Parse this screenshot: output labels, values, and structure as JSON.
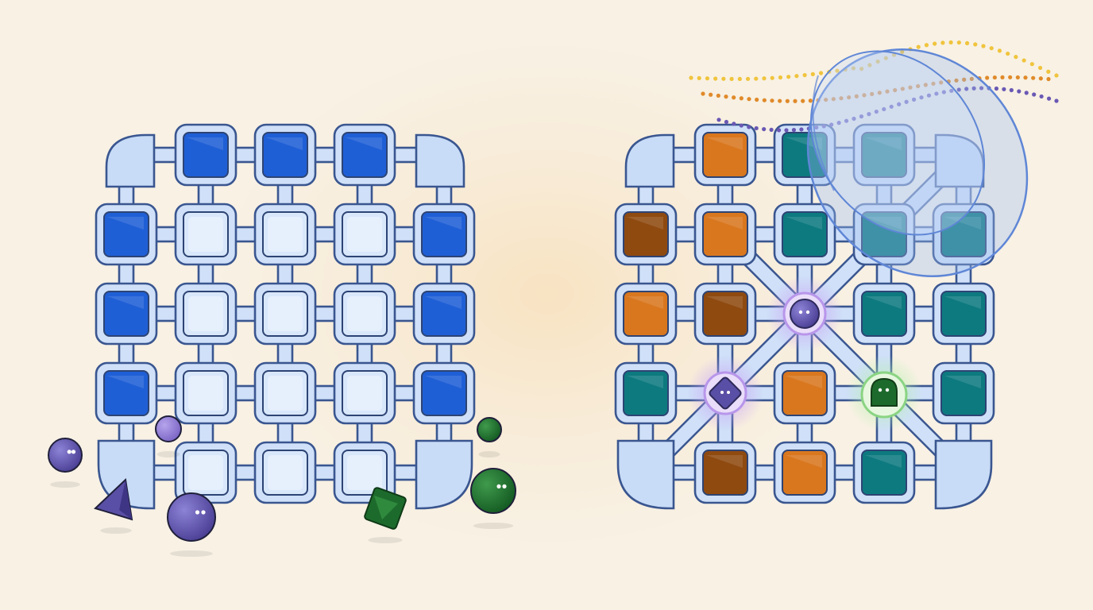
{
  "colors": {
    "background": "#f8f1e4",
    "glow": "#f8e3c2",
    "frame_fill": "#cfe0f8",
    "frame_stroke": "#3a5690",
    "blue_cell": "#1f5fd6",
    "empty_cell": "#d9e7fb",
    "orange_cell": "#d9771f",
    "brown_cell": "#8f4a10",
    "teal_cell": "#0d7a80",
    "purple_shape": "#5a4fa6",
    "lavender_shape": "#8a74d0",
    "green_shape": "#1d6b2c",
    "lens": "#9ebcf2",
    "dot_yellow": "#f0c43c",
    "dot_orange": "#e08a2a",
    "dot_purple": "#6a58b4"
  },
  "left_panel": {
    "grid": [
      [
        "corner",
        "blue",
        "blue",
        "blue",
        "corner"
      ],
      [
        "blue",
        "empty",
        "empty",
        "empty",
        "blue"
      ],
      [
        "blue",
        "empty",
        "empty",
        "empty",
        "blue"
      ],
      [
        "blue",
        "empty",
        "empty",
        "empty",
        "blue"
      ],
      [
        "corner",
        "empty",
        "empty",
        "empty",
        "corner"
      ]
    ],
    "scattered_shapes": [
      {
        "shape": "sphere",
        "color": "purple"
      },
      {
        "shape": "sphere",
        "color": "lavender"
      },
      {
        "shape": "pyramid",
        "color": "purple"
      },
      {
        "shape": "sphere",
        "color": "purple"
      },
      {
        "shape": "cube",
        "color": "green"
      },
      {
        "shape": "sphere",
        "color": "green"
      },
      {
        "shape": "sphere",
        "color": "green"
      }
    ]
  },
  "right_panel": {
    "grid": [
      [
        "corner",
        "orange",
        "teal",
        "teal",
        "corner"
      ],
      [
        "brown",
        "orange",
        "teal",
        "teal",
        "teal"
      ],
      [
        "orange",
        "brown",
        "node-purple",
        "teal",
        "teal"
      ],
      [
        "teal",
        "node-diamond",
        "orange",
        "node-green",
        "teal"
      ],
      [
        "corner",
        "brown",
        "orange",
        "teal",
        "corner"
      ]
    ],
    "lens": {
      "icon": "lens-ring-icon"
    },
    "dot_trails": [
      "yellow",
      "orange",
      "purple"
    ]
  }
}
